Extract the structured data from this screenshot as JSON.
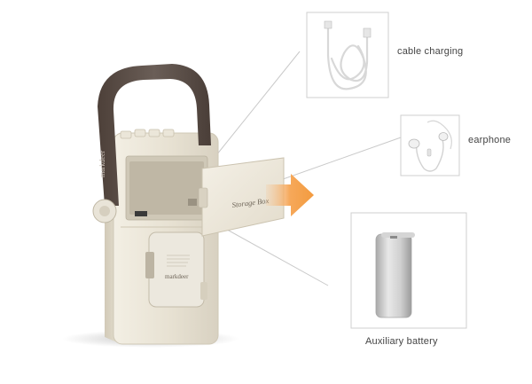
{
  "scene": {
    "product": {
      "handle_text": "markdeer",
      "storage_lid_text": "Storage Box",
      "pack_text": "markdeer"
    },
    "accessories": [
      {
        "label": "cable charging",
        "icon": "usb-cable-icon"
      },
      {
        "label": "earphone",
        "icon": "earphone-icon"
      },
      {
        "label": "Auxiliary battery",
        "icon": "power-bank-icon"
      }
    ],
    "colors": {
      "body": "#e8e2d3",
      "handle": "#5b4f49",
      "arrow": "#f5a04a",
      "frame_border": "#cfcfcf",
      "battery": "#c9c9c9"
    }
  }
}
